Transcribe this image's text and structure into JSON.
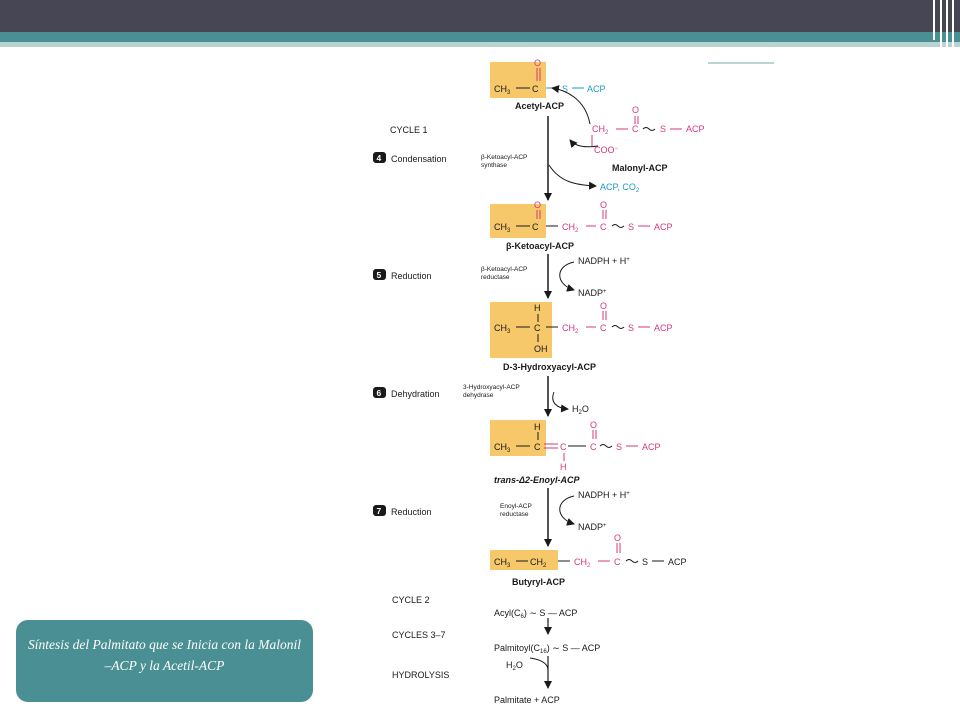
{
  "caption": "Síntesis del Palmitato que se Inicia con la Malonil –ACP y la Acetil-ACP",
  "colors": {
    "topbar": "#464655",
    "accent": "#4a8f93",
    "highlight": "#f6c86a",
    "keto_oxygen": "#d4387f",
    "acp_blue": "#1a9bc4",
    "text": "#1a1a1a"
  },
  "labels": {
    "cycle1": "CYCLE 1",
    "cycle2": "CYCLE 2",
    "cycles37": "CYCLES 3–7",
    "hydrolysis": "HYDROLYSIS"
  },
  "steps": [
    {
      "number": "4",
      "name": "Condensation",
      "enzyme_line1": "β-Ketoacyl-ACP",
      "enzyme_line2": "synthase"
    },
    {
      "number": "5",
      "name": "Reduction",
      "enzyme_line1": "β-Ketoacyl-ACP",
      "enzyme_line2": "reductase"
    },
    {
      "number": "6",
      "name": "Dehydration",
      "enzyme_line1": "3-Hydroxyacyl-ACP",
      "enzyme_line2": "dehydrase"
    },
    {
      "number": "7",
      "name": "Reduction",
      "enzyme_line1": "Enoyl-ACP",
      "enzyme_line2": "reductase"
    }
  ],
  "compounds": {
    "acetyl": "Acetyl-ACP",
    "malonyl": "Malonyl-ACP",
    "ketoacyl": "β-Ketoacyl-ACP",
    "hydroxyacyl": "D-3-Hydroxyacyl-ACP",
    "enoyl": "trans-Δ2-Enoyl-ACP",
    "butyryl": "Butyryl-ACP"
  },
  "byproducts": {
    "acp_co2": "ACP, CO2",
    "nadph": "NADPH + H+",
    "nadp": "NADP+",
    "h2o": "H2O"
  },
  "later": {
    "acyl": "Acyl(C6) ~ S — ACP",
    "palmitoyl": "Palmitoyl(C16) ~ S — ACP",
    "hydrolysis_water": "H2O",
    "products": "Palmitate + ACP"
  }
}
